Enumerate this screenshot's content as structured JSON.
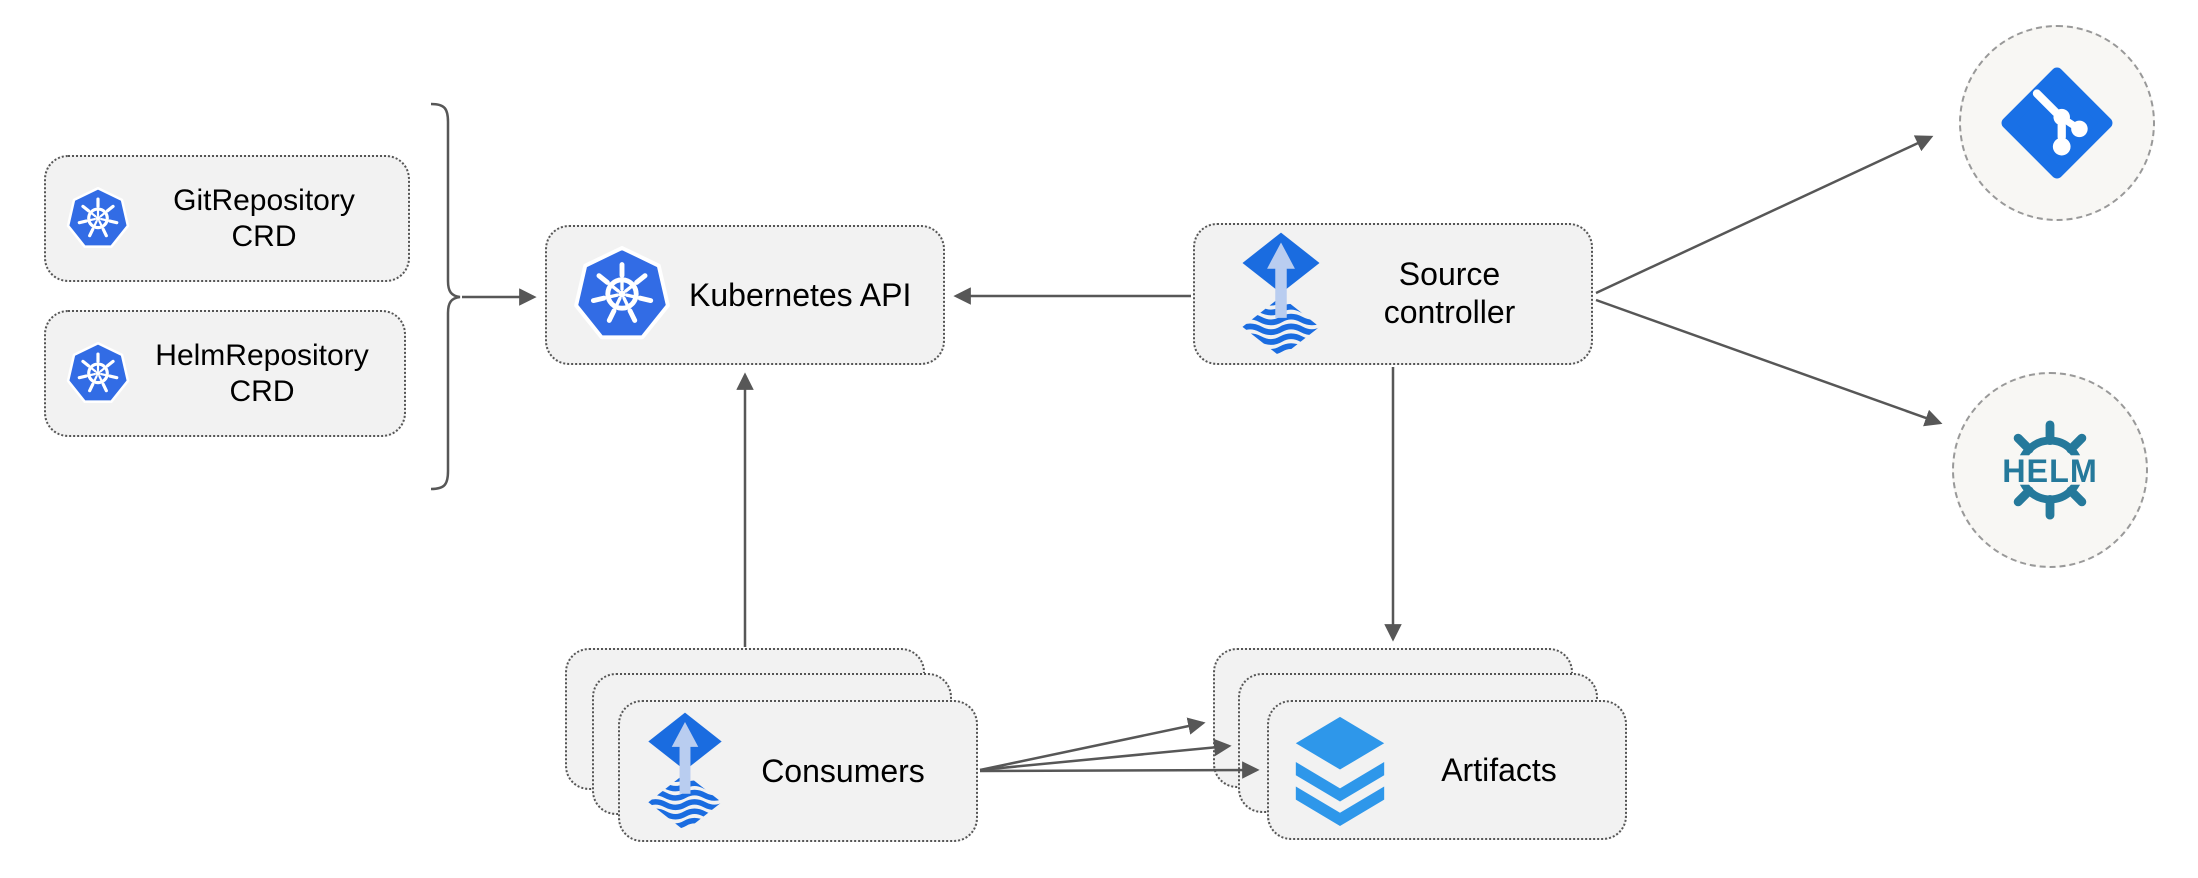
{
  "diagram": {
    "nodes": {
      "git_repository_crd": {
        "line1": "GitRepository",
        "line2": "CRD",
        "icon": "kubernetes-icon"
      },
      "helm_repository_crd": {
        "line1": "HelmRepository",
        "line2": "CRD",
        "icon": "kubernetes-icon"
      },
      "kubernetes_api": {
        "label": "Kubernetes API",
        "icon": "kubernetes-icon"
      },
      "source_controller": {
        "line1": "Source",
        "line2": "controller",
        "icon": "flux-source-icon"
      },
      "consumers": {
        "label": "Consumers",
        "icon": "flux-source-icon",
        "stacked": 3
      },
      "artifacts": {
        "label": "Artifacts",
        "icon": "layers-icon",
        "stacked": 3
      },
      "git_remote": {
        "icon": "git-icon"
      },
      "helm_remote": {
        "icon": "helm-icon",
        "logo_text": "HELM"
      }
    },
    "edges": [
      {
        "from": "crd_group",
        "to": "kubernetes_api",
        "style": "arrow"
      },
      {
        "from": "source_controller",
        "to": "kubernetes_api",
        "style": "arrow"
      },
      {
        "from": "consumers",
        "to": "kubernetes_api",
        "style": "arrow"
      },
      {
        "from": "source_controller",
        "to": "artifacts",
        "style": "arrow"
      },
      {
        "from": "source_controller",
        "to": "git_remote",
        "style": "arrow"
      },
      {
        "from": "source_controller",
        "to": "helm_remote",
        "style": "arrow"
      },
      {
        "from": "consumers",
        "to": "artifacts",
        "style": "arrow",
        "arrow_count": 3
      }
    ],
    "colors": {
      "kubernetes_blue": "#326CE5",
      "flux_blue": "#1a6ce0",
      "flux_arrow_light": "#b9cdf0",
      "layers_blue": "#2e97ea",
      "git_blue": "#1970e6",
      "helm_teal": "#25799b",
      "connector_gray": "#575757",
      "node_fill": "#f2f2f2",
      "remote_fill": "#f8f7f4",
      "node_border": "#555555",
      "circle_border": "#999999",
      "text_color": "#000000"
    }
  }
}
